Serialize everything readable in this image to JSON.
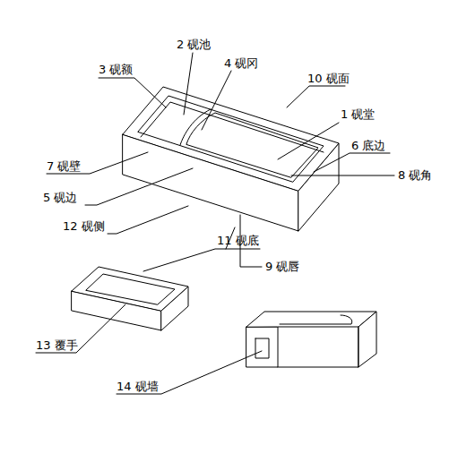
{
  "diagram": {
    "labels": [
      "1 砚堂",
      "2 砚池",
      "3 砚额",
      "4 砚冈",
      "5 砚边",
      "6 底边",
      "7 砚壁",
      "8 砚角",
      "9 砚唇",
      "10 砚面",
      "11 砚底",
      "12 砚侧",
      "13 覆手",
      "14 砚墙"
    ]
  }
}
